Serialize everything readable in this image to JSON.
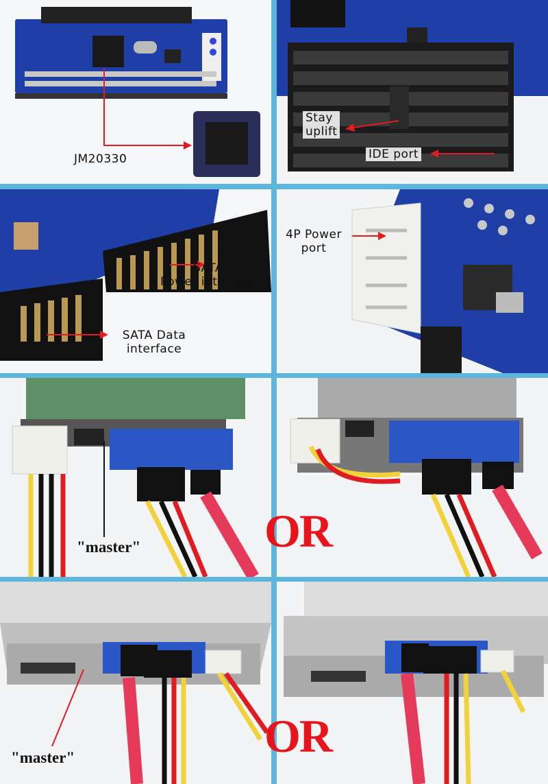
{
  "labels": {
    "chip": "JM20330",
    "stay_line1": "Stay",
    "stay_line2": "uplift",
    "ide_port": "IDE port",
    "sata_power_line1": "SATA",
    "sata_power_line2": "Power interface",
    "sata_data_line1": "SATA Data",
    "sata_data_line2": "interface",
    "power_4p_line1": "4P Power",
    "power_4p_line2": "port"
  },
  "connector": {
    "or_1": "OR",
    "or_2": "OR",
    "master_1": "\"master\"",
    "master_2": "\"master\""
  },
  "colors": {
    "frame": "#5fb6dc",
    "pcb": "#1f3fa6",
    "arrow": "#e01b22",
    "or_text": "#e8141c"
  }
}
